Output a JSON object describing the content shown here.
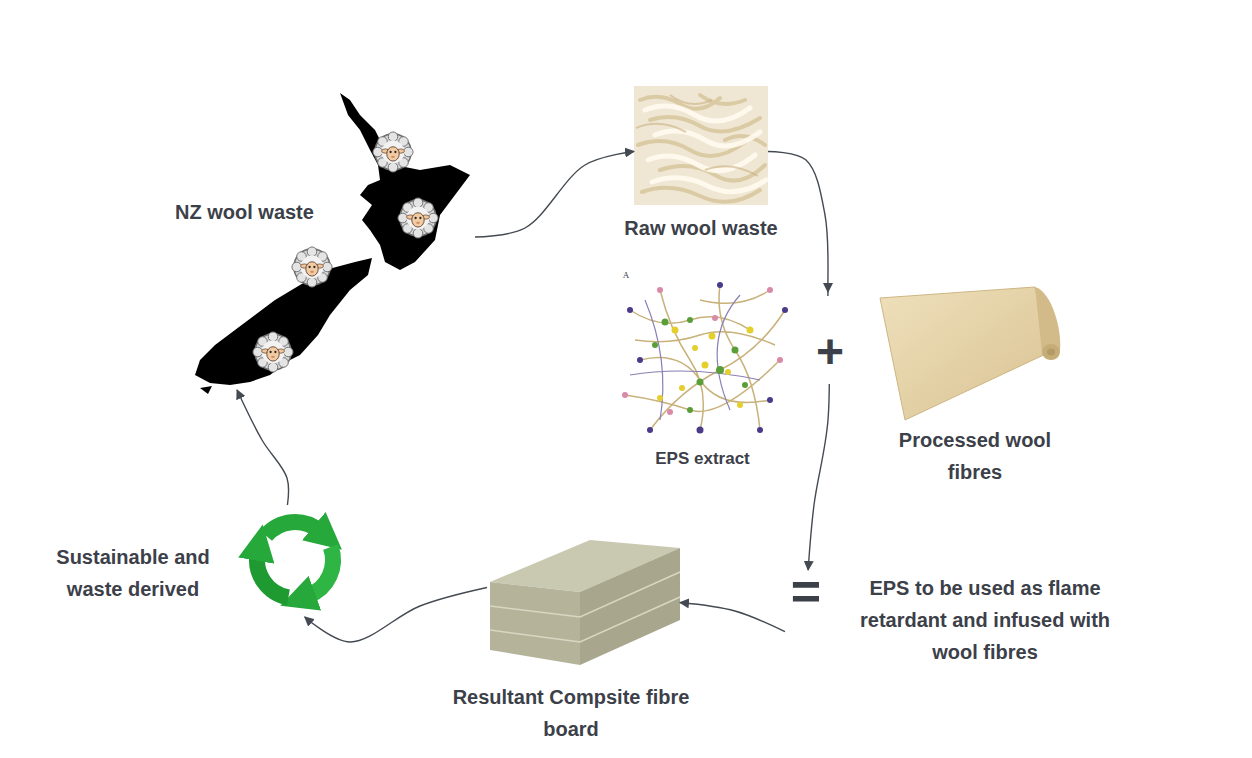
{
  "diagram": {
    "nodes": [
      {
        "text": [
          "NZ wool waste"
        ]
      },
      {
        "text": [
          "Raw wool waste"
        ]
      },
      {
        "text": [
          "EPS extract"
        ]
      },
      {
        "text": [
          "Processed wool fibres"
        ]
      },
      {
        "text": [
          "EPS to be used as flame retardant and infused with wool fibres"
        ]
      },
      {
        "text": [
          "Resultant Compsite fibre board"
        ]
      },
      {
        "text": [
          "Sustainable and waste derived"
        ]
      }
    ],
    "edges": [
      {
        "from": 0,
        "to": 1,
        "arrow": "to"
      },
      {
        "from": 1,
        "to": 4,
        "arrow": "to"
      },
      {
        "from": 4,
        "to": 5,
        "arrow": "to"
      },
      {
        "from": 5,
        "to": 6,
        "arrow": "to"
      },
      {
        "from": 6,
        "to": 0,
        "arrow": "to"
      }
    ],
    "labels": [
      "A",
      "+",
      "="
    ]
  }
}
